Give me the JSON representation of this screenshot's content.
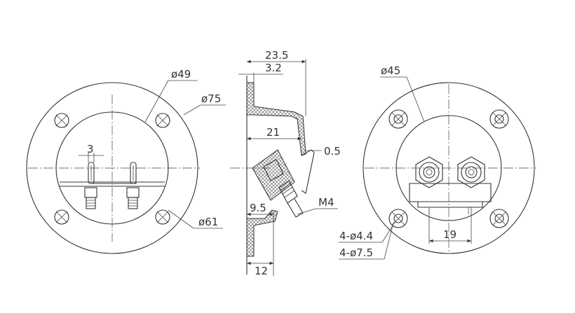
{
  "views": {
    "front": {
      "labels": {
        "inner_diameter": "ø49",
        "outer_diameter": "ø75",
        "bolt_circle": "ø61",
        "terminal_width": "3"
      }
    },
    "side": {
      "labels": {
        "overall_depth": "23.5",
        "flange_thickness": "3.2",
        "cup_depth": "21",
        "sheet_thickness": "0.5",
        "screw_offset": "9.5",
        "thread": "M4",
        "bottom_depth": "12"
      }
    },
    "rear": {
      "labels": {
        "recess_diameter": "ø45",
        "hole_diameter": "4-ø4.4",
        "counterbore_diameter": "4-ø7.5",
        "terminal_spacing": "19"
      }
    }
  }
}
